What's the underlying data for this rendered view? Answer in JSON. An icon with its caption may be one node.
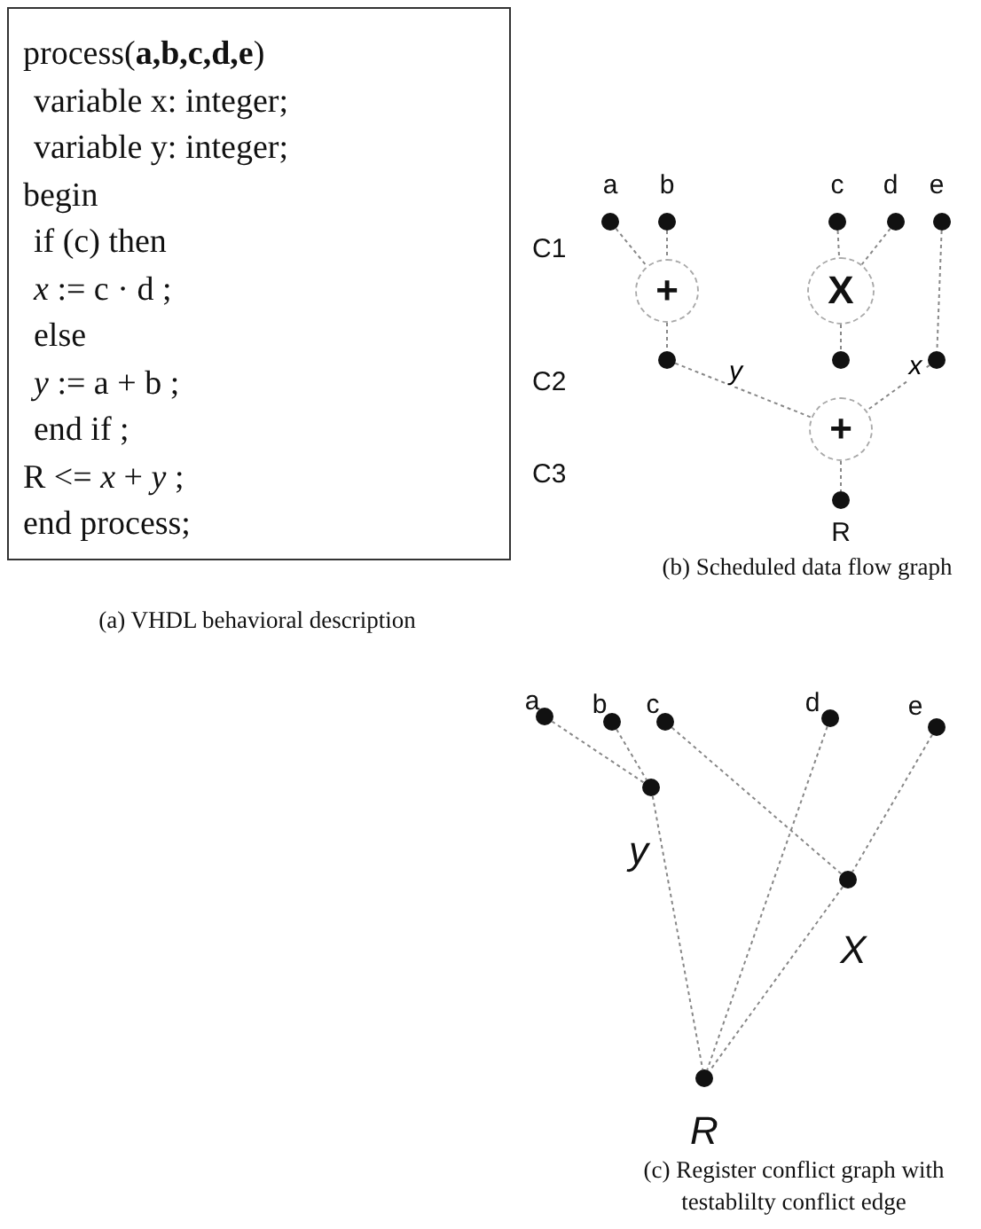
{
  "diagram": {
    "nodes": [
      {
        "text": [
          "process(**a,b,c,d,e**)",
          "variable x: integer;",
          "variable y: integer;",
          "begin",
          "if (c) then",
          "*x* := c · d ;",
          "else",
          "*y* := a + b ;",
          "end if ;",
          "R <= *x* + *y* ;",
          "end process;"
        ]
      },
      {
        "text": [
          "a"
        ]
      },
      {
        "text": [
          "b"
        ]
      },
      {
        "text": [
          "c"
        ]
      },
      {
        "text": [
          "d"
        ]
      },
      {
        "text": [
          "e"
        ]
      },
      {
        "text": [
          "+"
        ]
      },
      {
        "text": [
          "X"
        ]
      },
      {
        "text": [],
        "shape": "circle"
      },
      {
        "text": [],
        "shape": "circle"
      },
      {
        "text": [],
        "shape": "circle"
      },
      {
        "text": [
          "+"
        ]
      },
      {
        "text": [
          "R"
        ]
      },
      {
        "text": [
          "a"
        ]
      },
      {
        "text": [
          "b"
        ]
      },
      {
        "text": [
          "c"
        ]
      },
      {
        "text": [
          "d"
        ]
      },
      {
        "text": [
          "e"
        ]
      },
      {
        "text": [
          "y"
        ]
      },
      {
        "text": [
          "X"
        ]
      },
      {
        "text": [
          "R"
        ]
      }
    ],
    "edges": [
      {
        "from": 1,
        "to": 6,
        "arrow": "none"
      },
      {
        "from": 2,
        "to": 6,
        "arrow": "none"
      },
      {
        "from": 3,
        "to": 7,
        "arrow": "none"
      },
      {
        "from": 4,
        "to": 7,
        "arrow": "none"
      },
      {
        "from": 6,
        "to": 8,
        "arrow": "none"
      },
      {
        "from": 7,
        "to": 9,
        "arrow": "none"
      },
      {
        "from": 8,
        "to": 11,
        "arrow": "none",
        "label": "y"
      },
      {
        "from": 10,
        "to": 11,
        "arrow": "none",
        "label": "x"
      },
      {
        "from": 11,
        "to": 12,
        "arrow": "none"
      },
      {
        "from": 5,
        "to": 10,
        "arrow": "none"
      },
      {
        "from": 13,
        "to": 18,
        "arrow": "none"
      },
      {
        "from": 14,
        "to": 18,
        "arrow": "none"
      },
      {
        "from": 15,
        "to": 19,
        "arrow": "none"
      },
      {
        "from": 17,
        "to": 19,
        "arrow": "none"
      },
      {
        "from": 16,
        "to": 20,
        "arrow": "none"
      },
      {
        "from": 18,
        "to": 20,
        "arrow": "none"
      },
      {
        "from": 19,
        "to": 20,
        "arrow": "none"
      }
    ],
    "labels": [
      "C1",
      "C2",
      "C3",
      "(b) Scheduled data flow graph",
      "(a) VHDL behavioral description",
      "(c) Register conflict graph with testablilty conflict edge"
    ]
  }
}
